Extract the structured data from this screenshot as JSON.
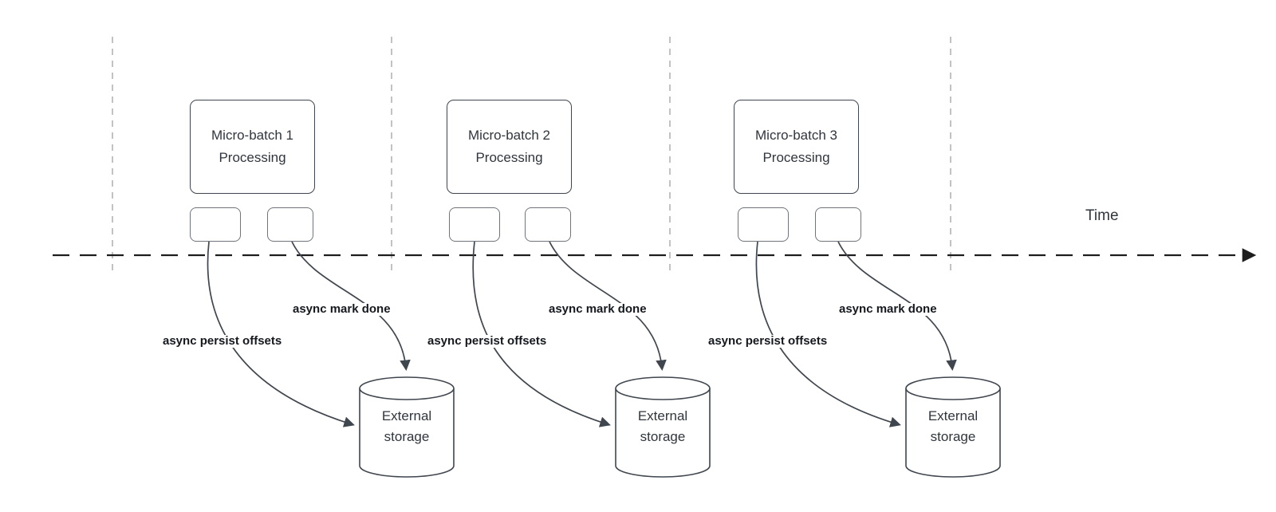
{
  "diagram": {
    "time_axis_label": "Time",
    "groups": [
      {
        "batch_title": "Micro-batch 1",
        "batch_subtitle": "Processing",
        "persist_arrow_label": "async persist offsets",
        "done_arrow_label": "async mark done",
        "storage_line1": "External",
        "storage_line2": "storage"
      },
      {
        "batch_title": "Micro-batch 2",
        "batch_subtitle": "Processing",
        "persist_arrow_label": "async persist offsets",
        "done_arrow_label": "async mark done",
        "storage_line1": "External",
        "storage_line2": "storage"
      },
      {
        "batch_title": "Micro-batch 3",
        "batch_subtitle": "Processing",
        "persist_arrow_label": "async persist offsets",
        "done_arrow_label": "async mark done",
        "storage_line1": "External",
        "storage_line2": "storage"
      }
    ],
    "colors": {
      "shape_stroke": "#3f464e",
      "small_box_stroke": "#70757c",
      "timeline_stroke": "#1d1d1d",
      "guide_stroke": "#adadad",
      "text": "#30363d",
      "label_text": "#15191e",
      "background": "#ffffff"
    }
  }
}
